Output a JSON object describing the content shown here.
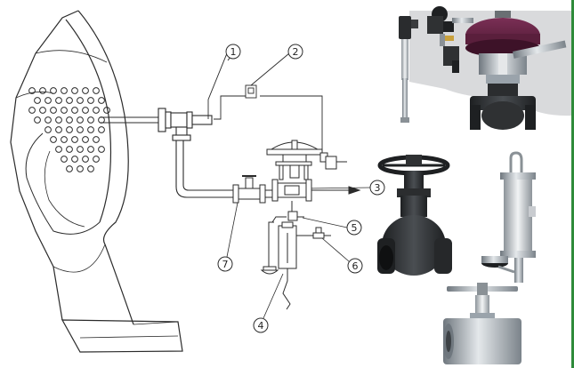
{
  "callouts": [
    {
      "id": "1",
      "label": "1"
    },
    {
      "id": "2",
      "label": "2"
    },
    {
      "id": "3",
      "label": "3"
    },
    {
      "id": "4",
      "label": "4"
    },
    {
      "id": "5",
      "label": "5"
    },
    {
      "id": "6",
      "label": "6"
    },
    {
      "id": "7",
      "label": "7"
    }
  ],
  "colors": {
    "line": "#2b2b2b",
    "actuator": "#5a1f3c",
    "metal": "#9aa3ab",
    "dark_steel": "#2f3133",
    "border": "#2e8b3a"
  }
}
